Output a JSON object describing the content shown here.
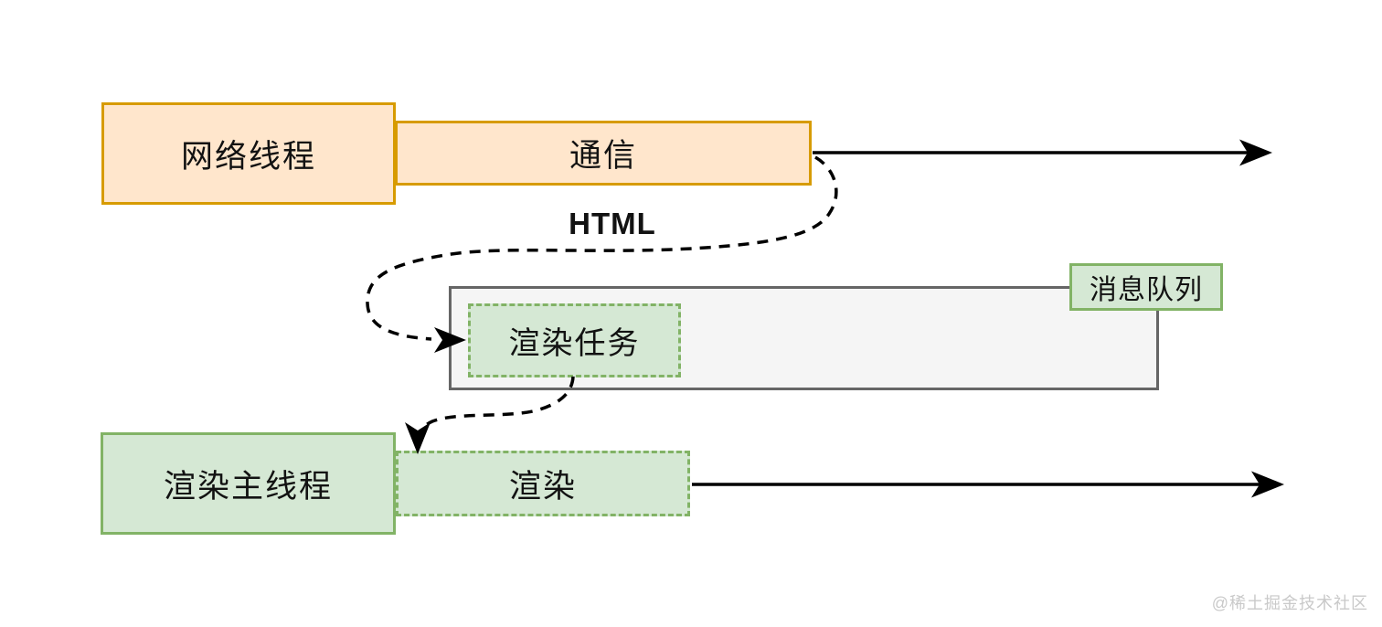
{
  "nodes": {
    "network_thread": {
      "label": "网络线程"
    },
    "communication": {
      "label": "通信"
    },
    "html": {
      "label": "HTML"
    },
    "message_queue": {
      "label": "消息队列"
    },
    "render_task": {
      "label": "渲染任务"
    },
    "render_main_thread": {
      "label": "渲染主线程"
    },
    "render": {
      "label": "渲染"
    }
  },
  "watermark": {
    "text": "@稀土掘金技术社区"
  },
  "colors": {
    "orange_fill": "#ffe6cc",
    "orange_border": "#d79b00",
    "green_fill": "#d5e8d4",
    "green_border": "#82b366",
    "queue_fill": "#f5f5f5",
    "queue_border": "#666666",
    "arrow": "#000000",
    "watermark": "#c9c9c9"
  }
}
